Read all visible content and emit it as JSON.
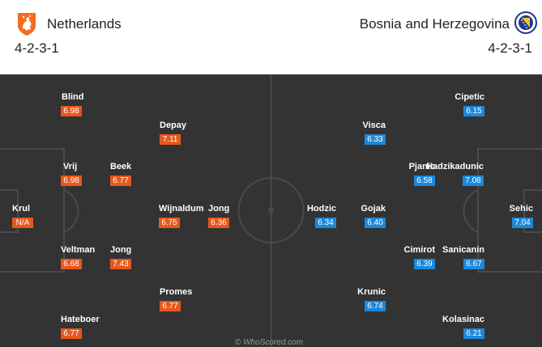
{
  "home": {
    "name": "Netherlands",
    "formation": "4-2-3-1",
    "crest_icon": "netherlands-lion-crest-icon",
    "color": "#e8571c",
    "players": [
      {
        "name": "Blind",
        "rating": "6.98"
      },
      {
        "name": "Depay",
        "rating": "7.11"
      },
      {
        "name": "Vrij",
        "rating": "6.98"
      },
      {
        "name": "Beek",
        "rating": "6.77"
      },
      {
        "name": "Krul",
        "rating": "N/A"
      },
      {
        "name": "Wijnaldum",
        "rating": "6.75"
      },
      {
        "name": "Jong",
        "rating": "6.36"
      },
      {
        "name": "Veltman",
        "rating": "6.68"
      },
      {
        "name": "Jong",
        "rating": "7.43"
      },
      {
        "name": "Promes",
        "rating": "6.77"
      },
      {
        "name": "Hateboer",
        "rating": "6.77"
      }
    ]
  },
  "away": {
    "name": "Bosnia and Herzegovina",
    "formation": "4-2-3-1",
    "crest_icon": "bosnia-federation-crest-icon",
    "color": "#1c88dc",
    "players": [
      {
        "name": "Cipetic",
        "rating": "6.15"
      },
      {
        "name": "Visca",
        "rating": "6.33"
      },
      {
        "name": "Pjanic",
        "rating": "6.58"
      },
      {
        "name": "Hadzikadunic",
        "rating": "7.08"
      },
      {
        "name": "Hodzic",
        "rating": "6.34"
      },
      {
        "name": "Gojak",
        "rating": "6.40"
      },
      {
        "name": "Sehic",
        "rating": "7.04"
      },
      {
        "name": "Cimirot",
        "rating": "6.39"
      },
      {
        "name": "Sanicanin",
        "rating": "6.67"
      },
      {
        "name": "Krunic",
        "rating": "6.74"
      },
      {
        "name": "Kolasinac",
        "rating": "6.21"
      }
    ]
  },
  "watermark": "© WhoScored.com"
}
